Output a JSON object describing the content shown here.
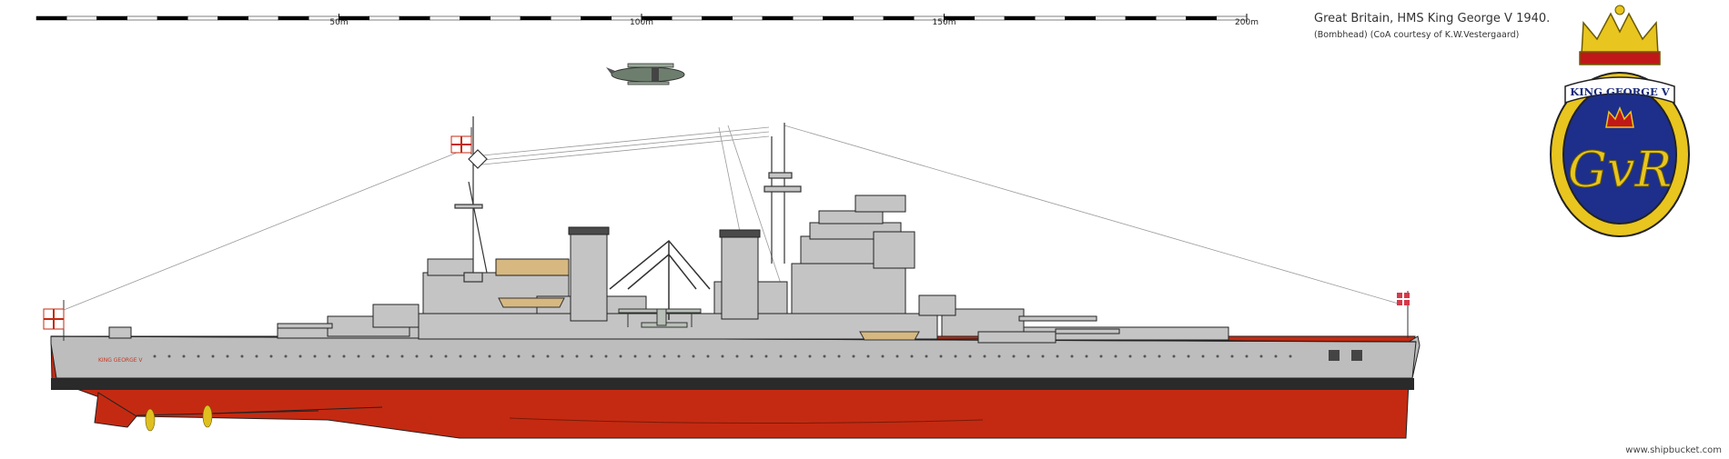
{
  "scale": {
    "labels": [
      {
        "text": "50m",
        "value": 50
      },
      {
        "text": "100m",
        "value": 100
      },
      {
        "text": "150m",
        "value": 150
      },
      {
        "text": "200m",
        "value": 200
      }
    ],
    "max": 200
  },
  "title": "Great Britain, HMS King George V 1940.",
  "subtitle": "(Bombhead)  (CoA courtesy of  K.W.Vestergaard)",
  "hull_name": "KING GEORGE V",
  "badge": {
    "ribbon_text": "KING GEORGE V",
    "cypher": "GvR"
  },
  "credit": "www.shipbucket.com",
  "colors": {
    "hull_grey": "#bdbdbd",
    "superstructure_grey": "#c4c4c4",
    "antifouling_red": "#c42a12",
    "boot_topping": "#2a2a2a",
    "badge_navy": "#1d2f8a",
    "badge_gold": "#e8c51f"
  }
}
